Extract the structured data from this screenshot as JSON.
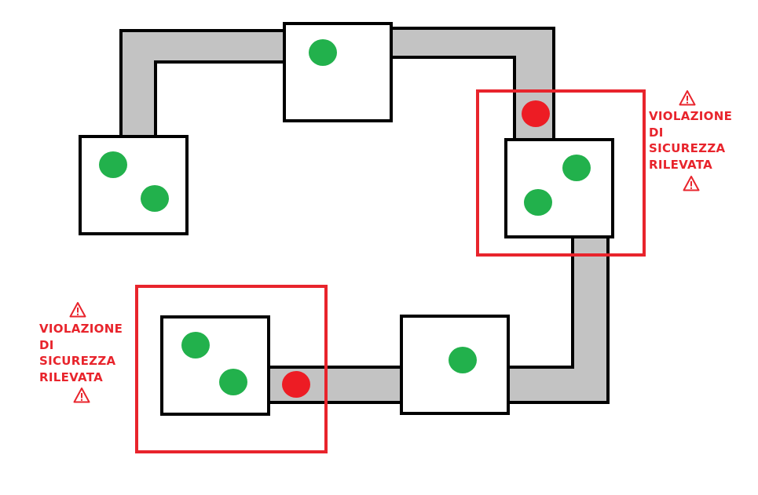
{
  "colors": {
    "background": "#ffffff",
    "pipe_fill": "#c3c3c3",
    "outline": "#000000",
    "node_fill": "#ffffff",
    "ok_dot": "#22b14c",
    "breach_dot": "#ed1c24",
    "alert": "#e8242c"
  },
  "icons": {
    "alert": "warning-triangle-icon"
  },
  "alerts": [
    {
      "id": "right",
      "text": "VIOLAZIONE\nDI\nSICUREZZA\nRILEVATA"
    },
    {
      "id": "left",
      "text": "VIOLAZIONE\nDI\nSICUREZZA\nRILEVATA"
    }
  ]
}
